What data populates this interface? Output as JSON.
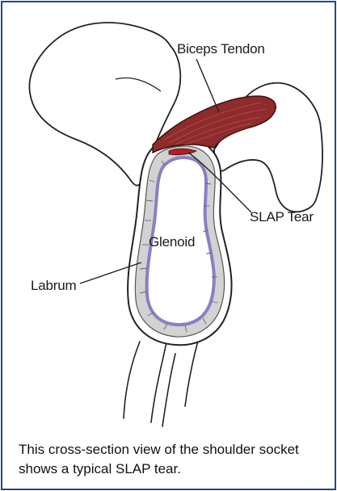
{
  "labels": {
    "biceps_tendon": "Biceps Tendon",
    "slap_tear": "SLAP Tear",
    "glenoid": "Glenoid",
    "labrum": "Labrum"
  },
  "caption": "This cross-section view of the shoulder socket shows a typical SLAP tear.",
  "colors": {
    "frame_border": "#1c4a8a",
    "biceps_tendon": "#8e2b2b",
    "labrum_ring": "#c8c8c8",
    "glenoid_rim": "#8a7fc4",
    "bone_outline": "#222222"
  }
}
